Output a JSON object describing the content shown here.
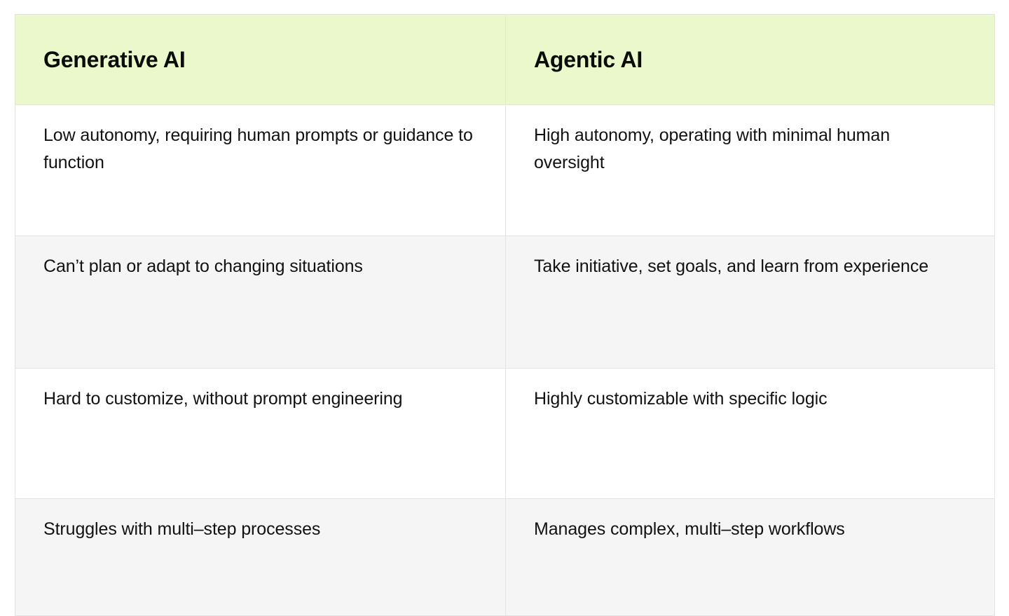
{
  "table": {
    "columns": [
      {
        "header": "Generative AI"
      },
      {
        "header": "Agentic AI"
      }
    ],
    "rows": [
      {
        "left": "Low autonomy, requiring human prompts or guidance to function",
        "right": "High autonomy, operating with minimal human oversight"
      },
      {
        "left": "Can’t plan or adapt to changing situations",
        "right": "Take initiative, set goals, and learn from experience"
      },
      {
        "left": "Hard to customize, without prompt engineering",
        "right": "Highly customizable with specific logic"
      },
      {
        "left": "Struggles with multi–step processes",
        "right": "Manages complex, multi–step workflows"
      }
    ]
  },
  "colors": {
    "header_background": "#eaf8cb",
    "row_alt_background": "#f4f5f4",
    "row_background": "#ffffff",
    "border": "#e2e4e2",
    "text": "#111311",
    "header_text": "#0b0d0b"
  }
}
